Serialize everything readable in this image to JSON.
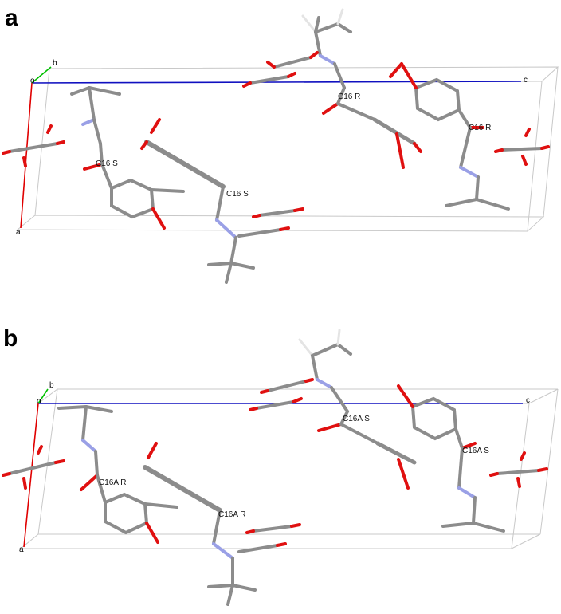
{
  "panels": [
    {
      "letter": "a",
      "axes": {
        "origin": "o",
        "a": "a",
        "b": "b",
        "c": "c"
      },
      "labels": [
        "C16 R",
        "C16 S",
        "C16 S",
        "C16 R"
      ]
    },
    {
      "letter": "b",
      "axes": {
        "origin": "o",
        "a": "a",
        "b": "b",
        "c": "c"
      },
      "labels": [
        "C16A S",
        "C16A R",
        "C16A R",
        "C16A S"
      ]
    }
  ],
  "colors": {
    "carbon": "#8c8c8c",
    "oxygen": "#e01010",
    "nitrogen": "#9aa0e6",
    "hydrogen": "#e4e4e4",
    "axis_a": "#e00000",
    "axis_b": "#00c000",
    "axis_c": "#1010c0",
    "cell": "#c8c8c8"
  }
}
